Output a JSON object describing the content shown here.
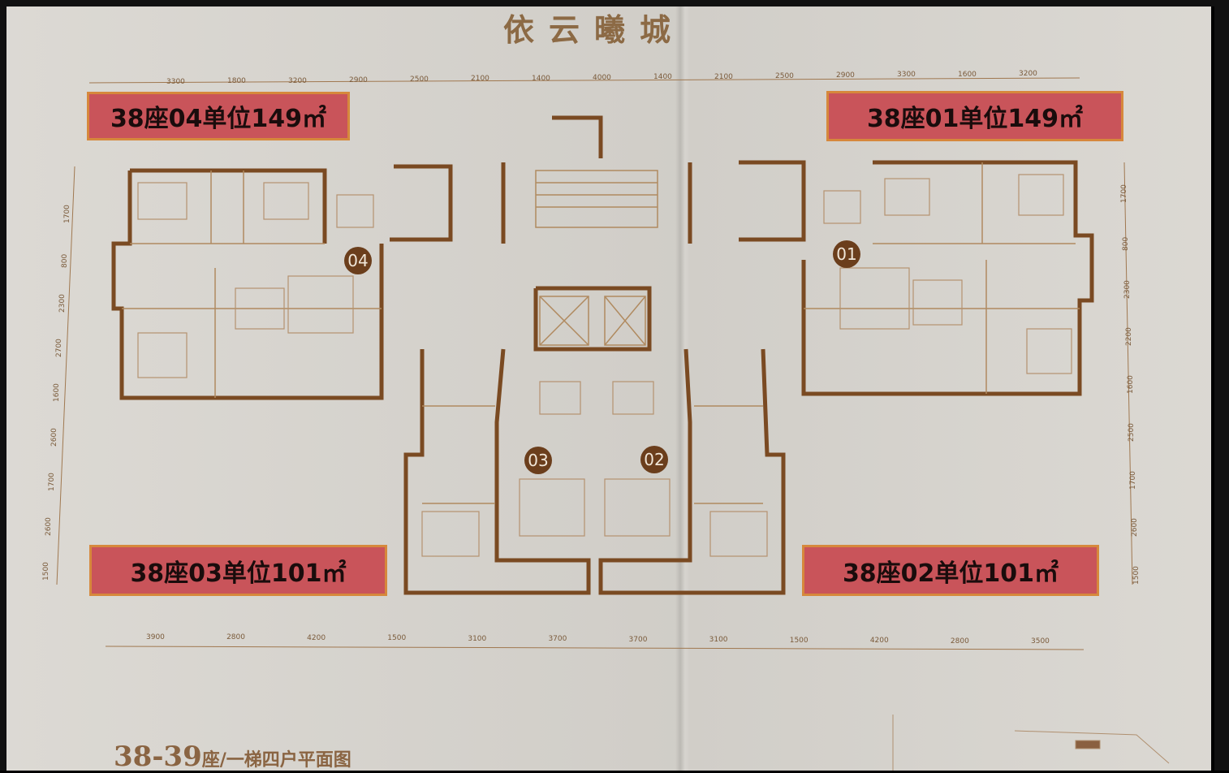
{
  "title": "依云曦城",
  "units": [
    {
      "id": "04",
      "label": "38座04单位149㎡"
    },
    {
      "id": "01",
      "label": "38座01单位149㎡"
    },
    {
      "id": "03",
      "label": "38座03单位101㎡"
    },
    {
      "id": "02",
      "label": "38座02单位101㎡"
    }
  ],
  "unit_markers": [
    "04",
    "01",
    "03",
    "02"
  ],
  "top_dimensions": [
    "3300",
    "1800",
    "3200",
    "2900",
    "2500",
    "2100",
    "1400",
    "4000",
    "1400",
    "2100",
    "2500",
    "2900",
    "3300",
    "1600",
    "3200"
  ],
  "bottom_dimensions": [
    "3900",
    "2800",
    "4200",
    "1500",
    "3100",
    "3700",
    "3700",
    "3100",
    "1500",
    "4200",
    "2800",
    "3500"
  ],
  "left_dimensions": [
    "1700",
    "800",
    "2300",
    "2700",
    "1600",
    "2600",
    "1700",
    "2600",
    "1500"
  ],
  "right_dimensions": [
    "1700",
    "800",
    "2300",
    "2200",
    "1600",
    "2500",
    "1700",
    "2600",
    "1500"
  ],
  "sheet_title": {
    "main": "38-39",
    "suffix": "座/一梯四户平面图"
  },
  "colors": {
    "accent": "#c9545a",
    "border": "#d6883c",
    "wall": "#7a4a22"
  }
}
